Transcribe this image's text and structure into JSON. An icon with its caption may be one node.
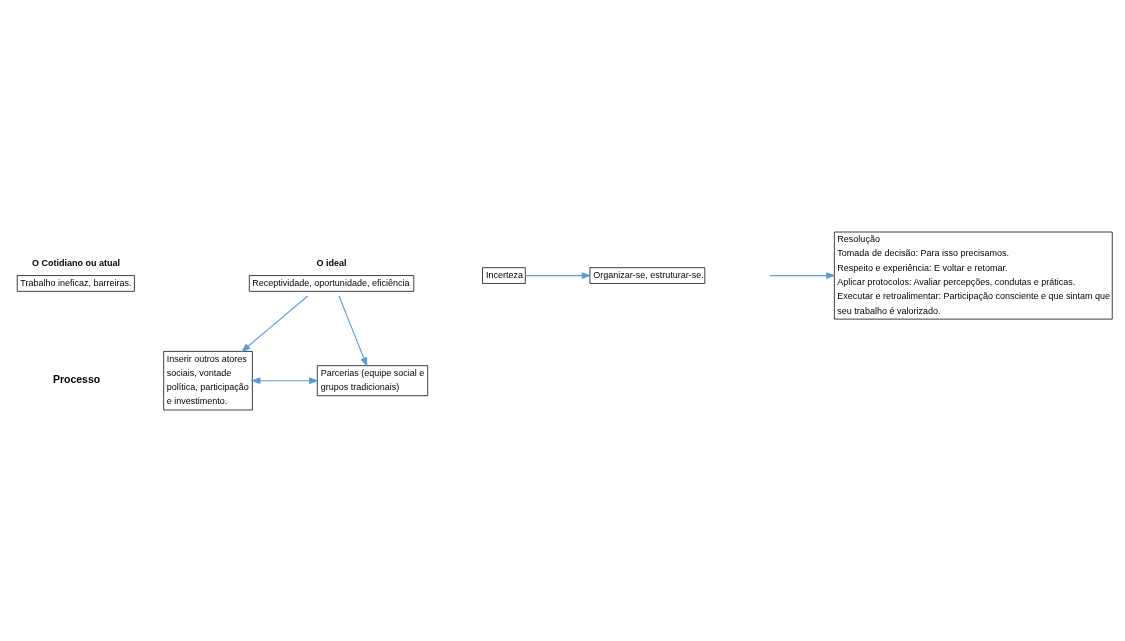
{
  "diagram": {
    "nodes": [
      {
        "text": [
          "O Cotidiano ou atual",
          "Trabalho ineficaz, barreiras."
        ]
      },
      {
        "text": [
          "O ideal",
          "Receptividade, oportunidade, eficiência"
        ]
      },
      {
        "text": [
          "Inserir outros atores sociais, vontade política, participação e investimento."
        ]
      },
      {
        "text": [
          "Parcerias (equipe social e grupos tradicionais)"
        ]
      },
      {
        "text": [
          "Incerteza"
        ]
      },
      {
        "text": [
          "Organizar-se, estruturar-se."
        ]
      },
      {
        "text": [
          "Resolução",
          "Tomada de decisão: Para isso precisamos.",
          "Respeito e experiência: E voltar e retomar.",
          "Aplicar protocolos: Avaliar percepções, condutas e práticas.",
          "Executar e retroalimentar: Participação consciente e que sintam que seu trabalho é valorizado."
        ]
      }
    ],
    "edges": [
      {
        "from": 1,
        "to": 2,
        "arrow": "to"
      },
      {
        "from": 1,
        "to": 3,
        "arrow": "to"
      },
      {
        "from": 2,
        "to": 3,
        "arrow": "both"
      },
      {
        "from": 4,
        "to": 5,
        "arrow": "to"
      },
      {
        "from": null,
        "to": 6,
        "arrow": "to"
      }
    ],
    "labels": [
      "Processo"
    ]
  }
}
